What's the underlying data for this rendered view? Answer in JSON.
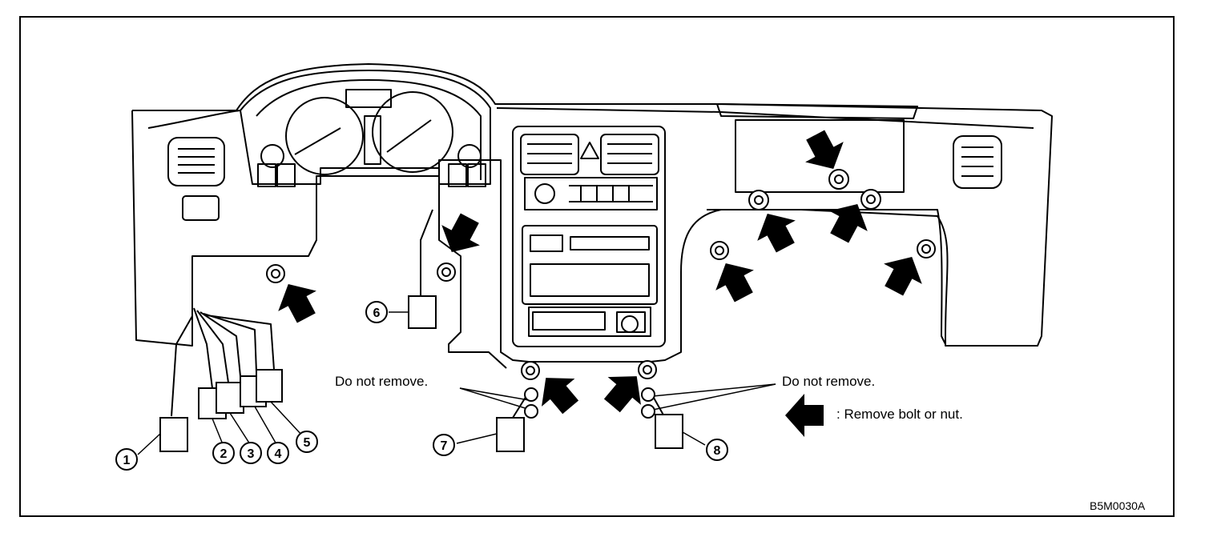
{
  "figure_code": "B5M0030A",
  "annotations": {
    "do_not_remove_left": "Do not remove.",
    "do_not_remove_right": "Do not remove."
  },
  "legend": {
    "arrow_icon": "bolt-arrow-icon",
    "text": ": Remove bolt or nut."
  },
  "connectors": [
    {
      "number": "1"
    },
    {
      "number": "2"
    },
    {
      "number": "3"
    },
    {
      "number": "4"
    },
    {
      "number": "5"
    },
    {
      "number": "6"
    },
    {
      "number": "7"
    },
    {
      "number": "8"
    }
  ],
  "colors": {
    "line": "#000000",
    "background": "#ffffff"
  }
}
